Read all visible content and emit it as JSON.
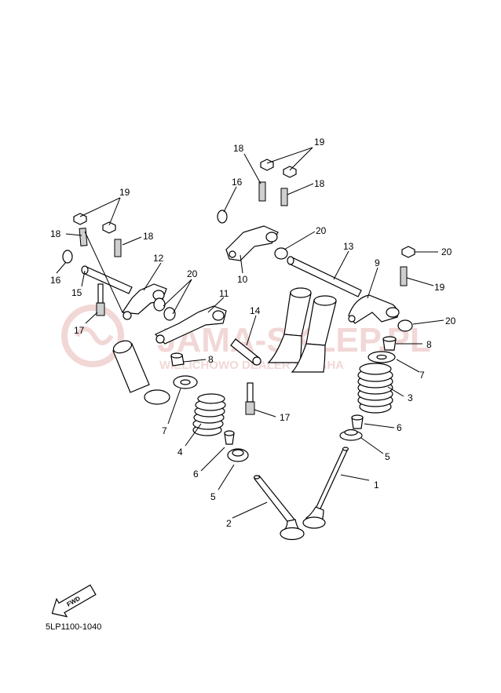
{
  "watermark": {
    "brand": "JAMA-SKLEP.PL",
    "tagline": "WIELICHOWO DEALER YAMAHA",
    "color": "#e8b7b7"
  },
  "callouts": [
    "1",
    "2",
    "3",
    "4",
    "5",
    "5",
    "6",
    "6",
    "7",
    "7",
    "8",
    "8",
    "9",
    "10",
    "11",
    "12",
    "13",
    "14",
    "15",
    "16",
    "16",
    "17",
    "17",
    "18",
    "18",
    "18",
    "18",
    "19",
    "19",
    "19",
    "20",
    "20",
    "20"
  ],
  "fwd_label": "FWD",
  "diagram_code": "5LP1100-1040"
}
